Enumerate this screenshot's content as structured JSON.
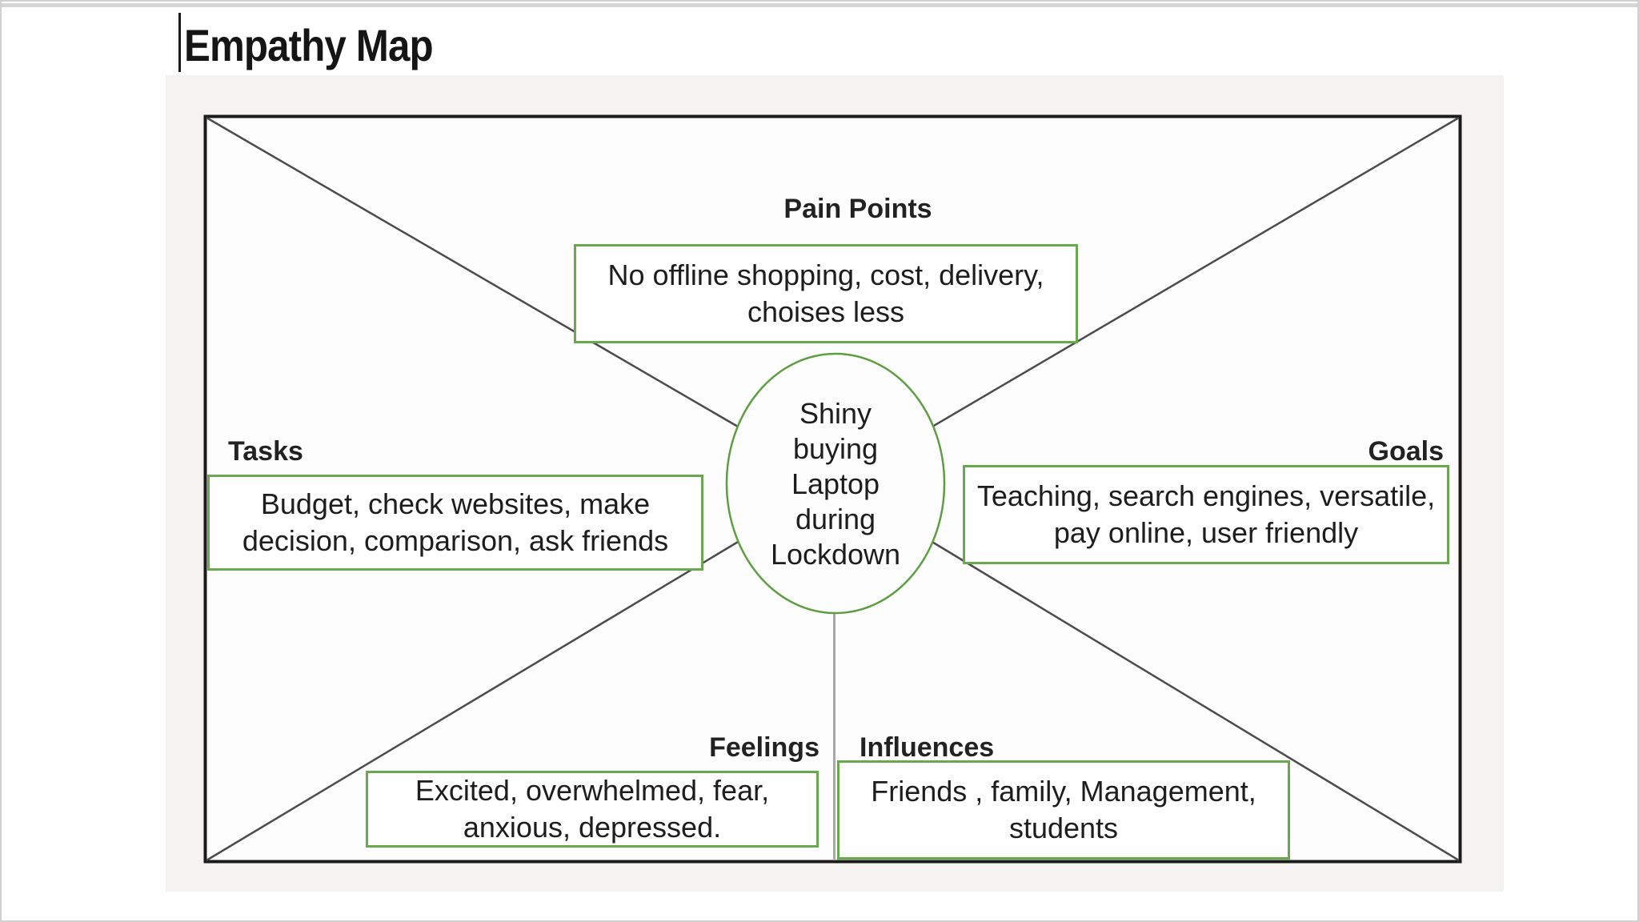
{
  "document": {
    "title": "Empathy Map"
  },
  "figure": {
    "center": {
      "lines": [
        "Shiny",
        "buying",
        "Laptop",
        "during",
        "Lockdown"
      ]
    },
    "sections": {
      "pain_points": {
        "label": "Pain Points",
        "lines": [
          "No offline shopping, cost, delivery,",
          "choises less"
        ]
      },
      "tasks": {
        "label": "Tasks",
        "lines": [
          "Budget, check websites, make",
          "decision, comparison, ask friends"
        ]
      },
      "goals": {
        "label": "Goals",
        "lines": [
          "Teaching, search engines, versatile,",
          "pay online, user friendly"
        ]
      },
      "feelings": {
        "label": "Feelings",
        "lines": [
          "Excited, overwhelmed, fear,",
          "anxious, depressed."
        ]
      },
      "influences": {
        "label": "Influences",
        "lines": [
          "Friends , family, Management,",
          "students"
        ]
      }
    },
    "colors": {
      "accent_green": "#6aa84f",
      "outline_black": "#1b1b1b",
      "diagonal_gray": "#4b4b4b",
      "divider_gray": "#a8a8a8",
      "panel_background": "#f4f3f1"
    }
  }
}
